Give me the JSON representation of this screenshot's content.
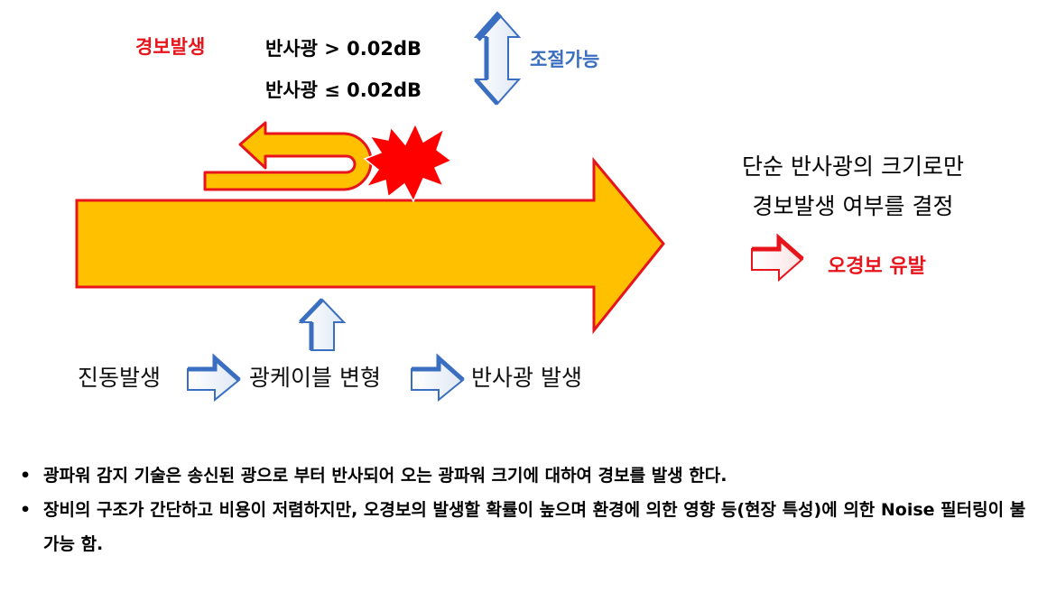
{
  "alarm": {
    "title": "경보발생",
    "condition_high": "반사광 > 0.02dB",
    "condition_low": "반사광 ≤ 0.02dB",
    "adjustable": "조절가능"
  },
  "description": {
    "line1": "단순 반사광의 크기로만",
    "line2": "경보발생 여부를 결정",
    "result": "오경보 유발"
  },
  "process_chain": {
    "step1": "진동발생",
    "step2": "광케이블 변형",
    "step3": "반사광 발생"
  },
  "bullets": [
    {
      "marker": "•",
      "text": "광파워 감지 기술은 송신된 광으로 부터 반사되어 오는 광파워 크기에 대하여 경보를 발생 한다."
    },
    {
      "marker": "•",
      "text": "장비의 구조가 간단하고 비용이 저렴하지만, 오경보의 발생할 확률이 높으며 환경에 의한 영향 등(현장 특성)에 의한  Noise 필터링이 불가능 함."
    }
  ],
  "colors": {
    "main_arrow_fill": "#ffc000",
    "main_arrow_stroke": "#e8141c",
    "alarm_red": "#e8141c",
    "adjust_blue": "#3a6ec0"
  },
  "icons": {
    "main_arrow": "large-right-arrow-icon",
    "return_arrow": "u-turn-arrow-icon",
    "burst": "explosion-burst-icon",
    "updown_arrow": "up-down-arrow-icon",
    "up_arrow": "up-arrow-icon",
    "right_arrow": "right-arrow-icon"
  }
}
